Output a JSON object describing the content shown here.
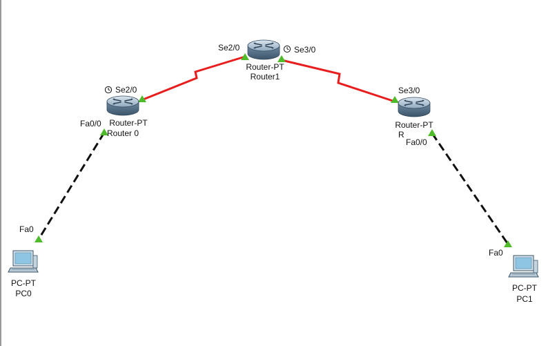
{
  "colors": {
    "serial": "#e81e1e",
    "ethernet": "#111111",
    "port_up": "#4dbb2a"
  },
  "devices": {
    "router0": {
      "type_label": "Router-PT",
      "name_label": "Router 0",
      "icon": "router-icon"
    },
    "router1": {
      "type_label": "Router-PT",
      "name_label": "Router1",
      "icon": "router-icon"
    },
    "router2": {
      "type_label": "Router-PT",
      "name_label": "R",
      "icon": "router-icon"
    },
    "pc0": {
      "type_label": "PC-PT",
      "name_label": "PC0",
      "icon": "pc-icon"
    },
    "pc1": {
      "type_label": "PC-PT",
      "name_label": "PC1",
      "icon": "pc-icon"
    }
  },
  "ports": {
    "r0_se": "Se2/0",
    "r0_fa": "Fa0/0",
    "r1_se_left": "Se2/0",
    "r1_se_right": "Se3/0",
    "r2_se": "Se3/0",
    "r2_fa": "Fa0/0",
    "pc0_fa": "Fa0",
    "pc1_fa": "Fa0"
  }
}
